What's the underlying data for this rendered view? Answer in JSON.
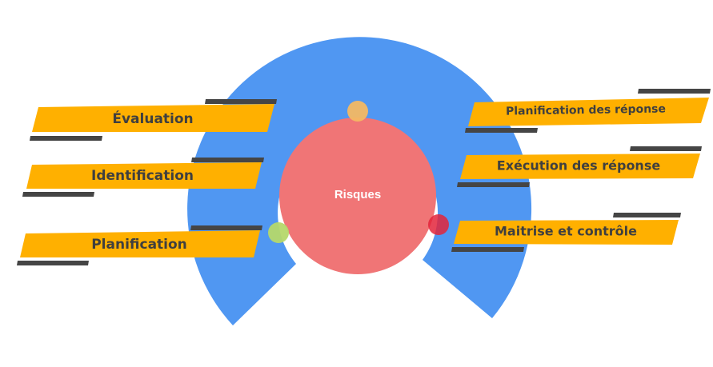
{
  "colors": {
    "ring": "#5097f2",
    "center": "#f07576",
    "banner": "#ffb000",
    "shadow": "#454545",
    "label_text": "#3f3f3f",
    "dot_top": "#f3b863",
    "dot_left": "#b5d86a",
    "dot_right": "#e3243b"
  },
  "center": {
    "label": "Risques"
  },
  "left_items": [
    {
      "label": "Évaluation"
    },
    {
      "label": "Identification"
    },
    {
      "label": "Planification"
    }
  ],
  "right_items": [
    {
      "label": "Planification des réponse"
    },
    {
      "label": "Exécution des réponse"
    },
    {
      "label": "Maitrise et contrôle"
    }
  ]
}
